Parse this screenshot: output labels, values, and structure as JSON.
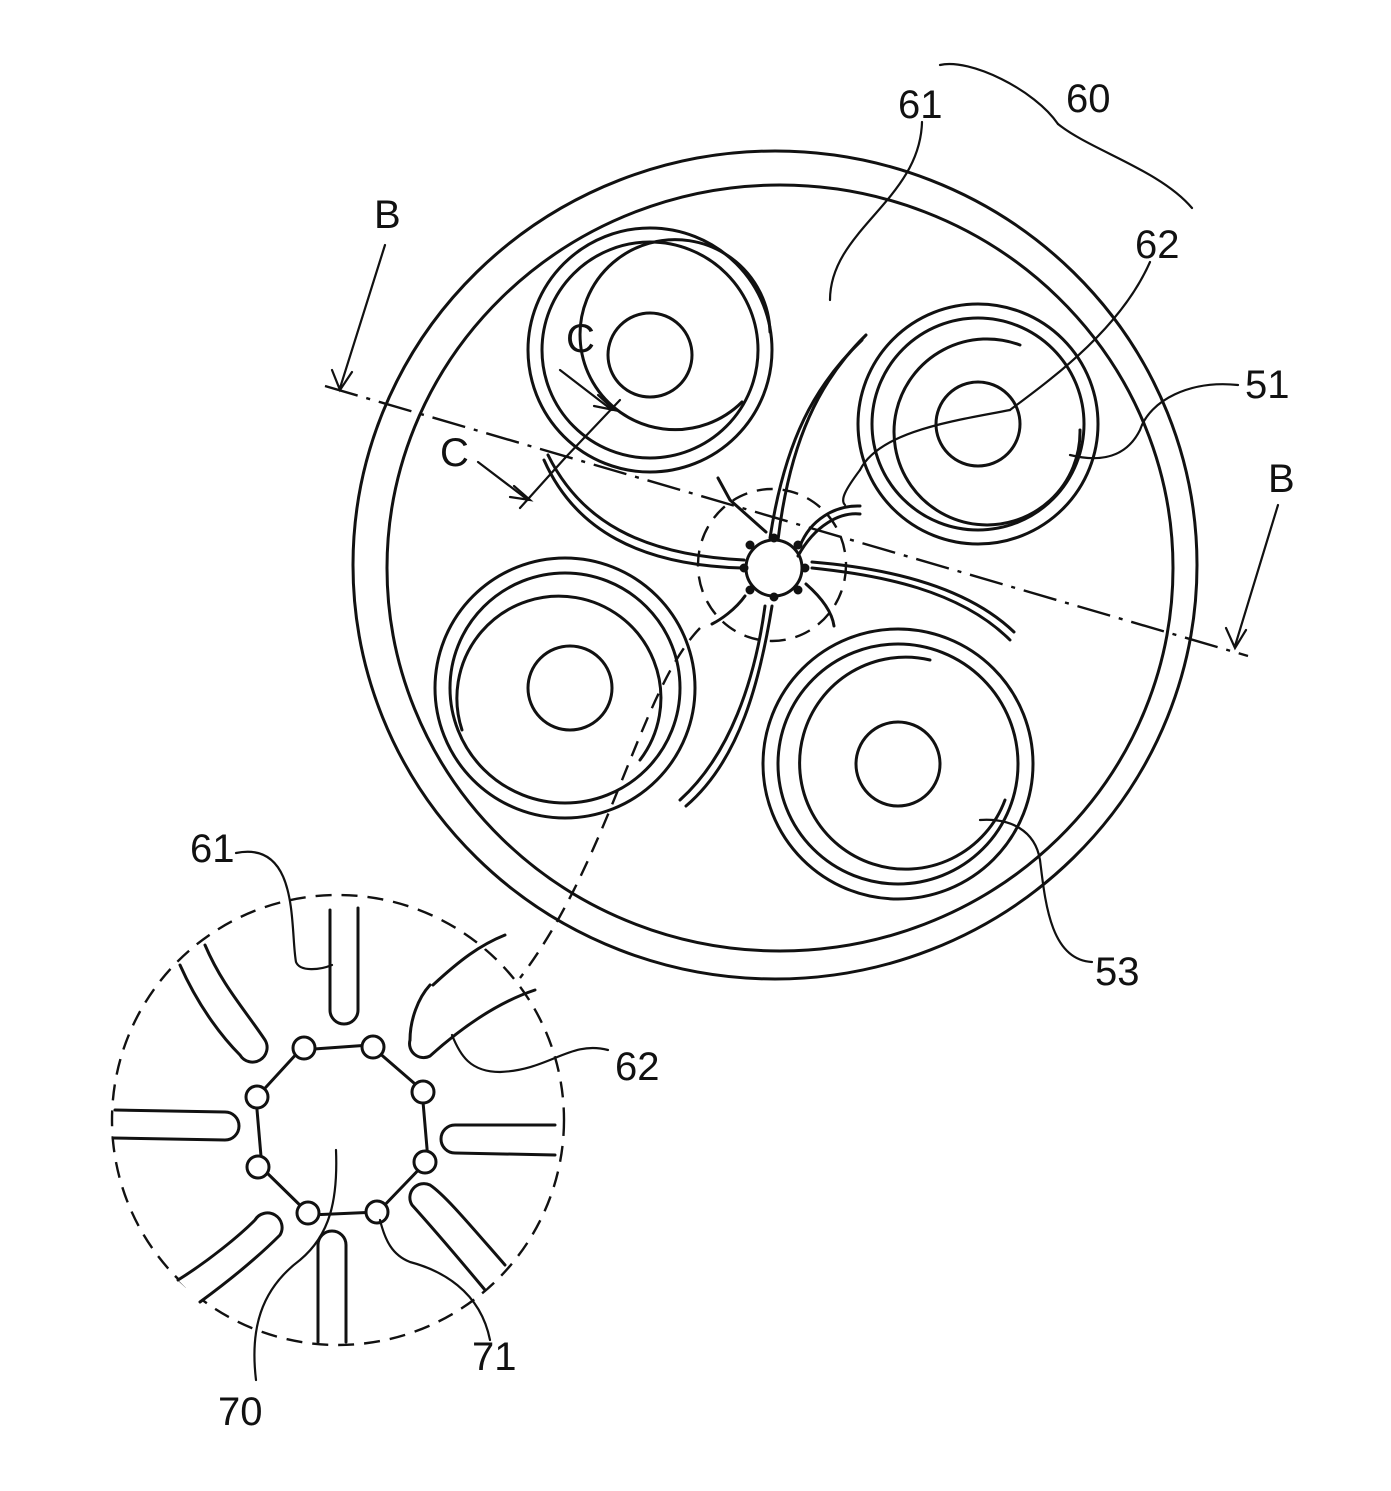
{
  "labels": {
    "l60": "60",
    "l61_top": "61",
    "l62_top": "62",
    "l51": "51",
    "l53": "53",
    "b_left": "B",
    "b_right": "B",
    "c_upper": "C",
    "c_lower": "C",
    "l61_detail": "61",
    "l62_detail": "62",
    "l70": "70",
    "l71": "71"
  }
}
